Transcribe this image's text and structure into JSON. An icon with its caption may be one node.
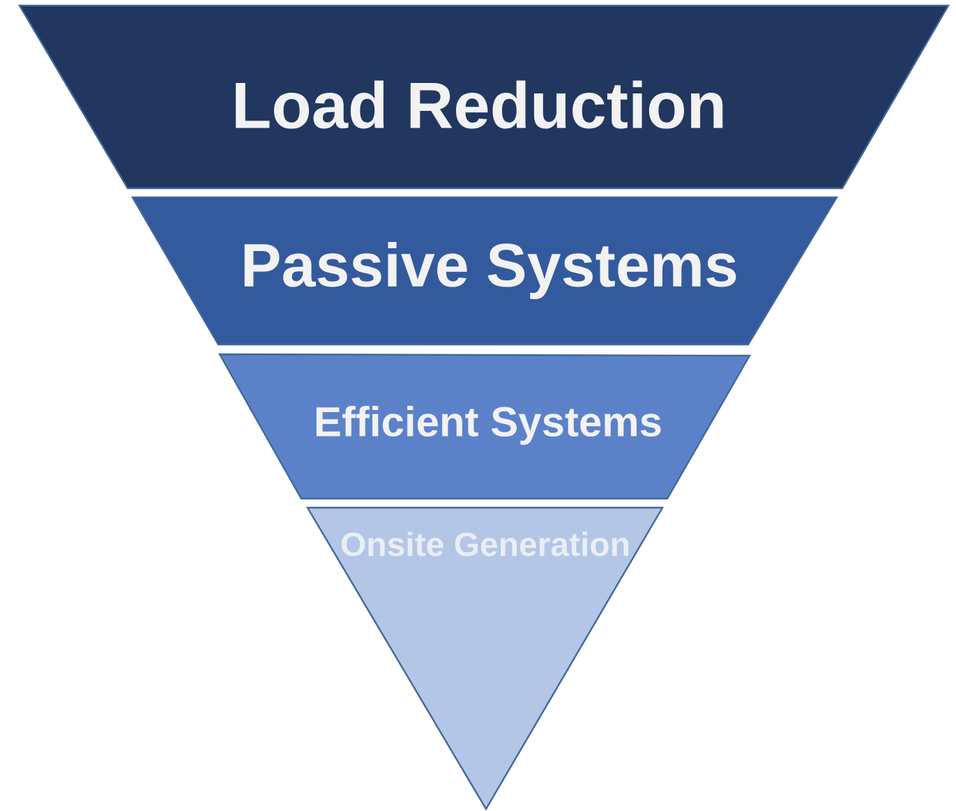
{
  "diagram": {
    "nodes": [
      {
        "text": [
          "Load Reduction"
        ]
      },
      {
        "text": [
          "Passive Systems"
        ]
      },
      {
        "text": [
          "Efficient Systems"
        ]
      },
      {
        "text": [
          "Onsite Generation"
        ]
      }
    ]
  }
}
